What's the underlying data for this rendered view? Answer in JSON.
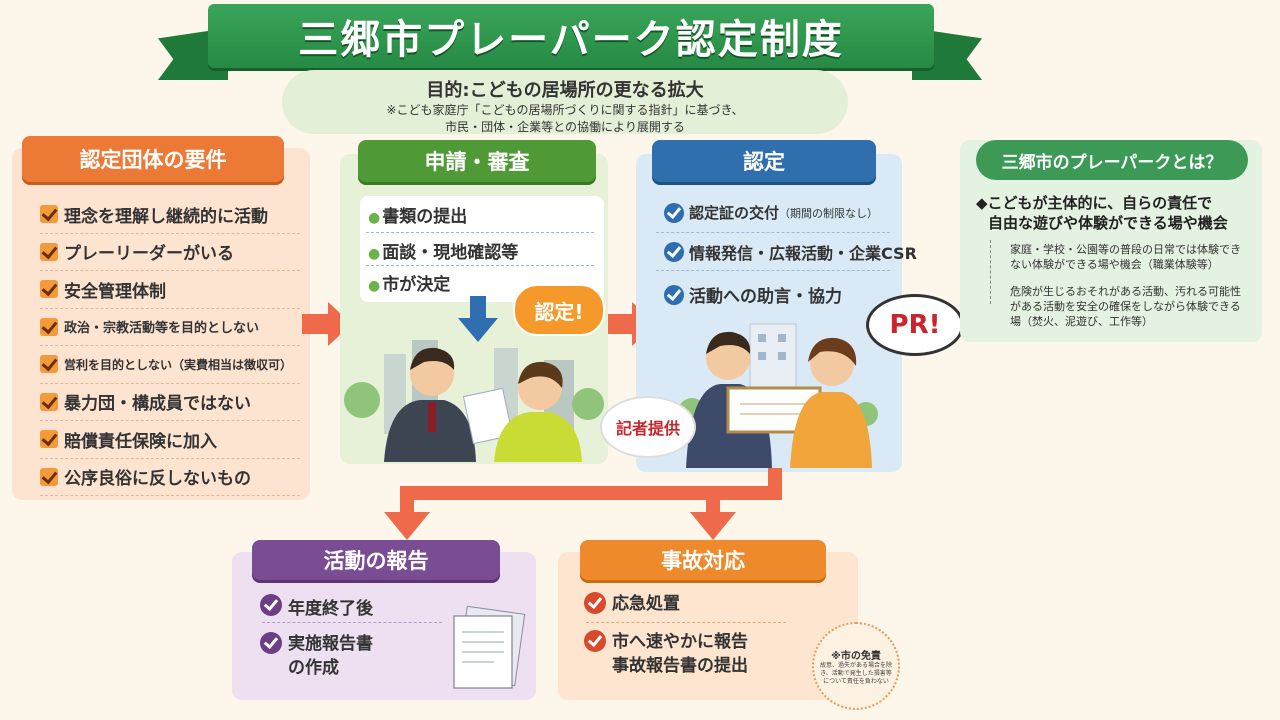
{
  "title": "三郷市プレーパーク認定制度",
  "purpose": {
    "main": "目的:こどもの居場所の更なる拡大",
    "sub1": "※こども家庭庁「こどもの居場所づくりに関する指針」に基づき、",
    "sub2": "市民・団体・企業等との協働により展開する"
  },
  "requirements": {
    "header": "認定団体の要件",
    "items": [
      "理念を理解し継続的に活動",
      "プレーリーダーがいる",
      "安全管理体制",
      "政治・宗教活動等を目的としない",
      "営利を目的としない（実費相当は徴収可）",
      "暴力団・構成員ではない",
      "賠償責任保険に加入",
      "公序良俗に反しないもの"
    ]
  },
  "application": {
    "header": "申請・審査",
    "items": [
      "書類の提出",
      "面談・現地確認等",
      "市が決定"
    ],
    "bubble": "認定!"
  },
  "certification": {
    "header": "認定",
    "item1_main": "認定証の交付",
    "item1_note": "（期間の制限なし）",
    "item2": "情報発信・広報活動・企業CSR",
    "item3": "活動への助言・協力",
    "pr": "PR!",
    "press": "記者提供"
  },
  "about": {
    "header": "三郷市のプレーパークとは？",
    "main_line1": "◆こどもが主体的に、自らの責任で",
    "main_line2": "自由な遊びや体験ができる場や機会",
    "sub1": "家庭・学校・公園等の普段の日常では体験できない体験ができる場や機会（職業体験等）",
    "sub2": "危険が生じるおそれがある活動、汚れる可能性がある活動を安全の確保をしながら体験できる場（焚火、泥遊び、工作等）"
  },
  "report": {
    "header": "活動の報告",
    "item1": "年度終了後",
    "item2_line1": "実施報告書",
    "item2_line2": "の作成"
  },
  "accident": {
    "header": "事故対応",
    "item1": "応急処置",
    "item2_line1": "市へ速やかに報告",
    "item2_line2": "事故報告書の提出",
    "disclaimer_title": "※市の免責",
    "disclaimer_text": "故意、過失がある場合を除き、活動で発生した損害等について責任を負わない"
  },
  "colors": {
    "green": "#3aa55a",
    "orange": "#ec7a36",
    "blue": "#2f6fad",
    "purple": "#7a4c93",
    "arrow": "#ee6a4a"
  }
}
